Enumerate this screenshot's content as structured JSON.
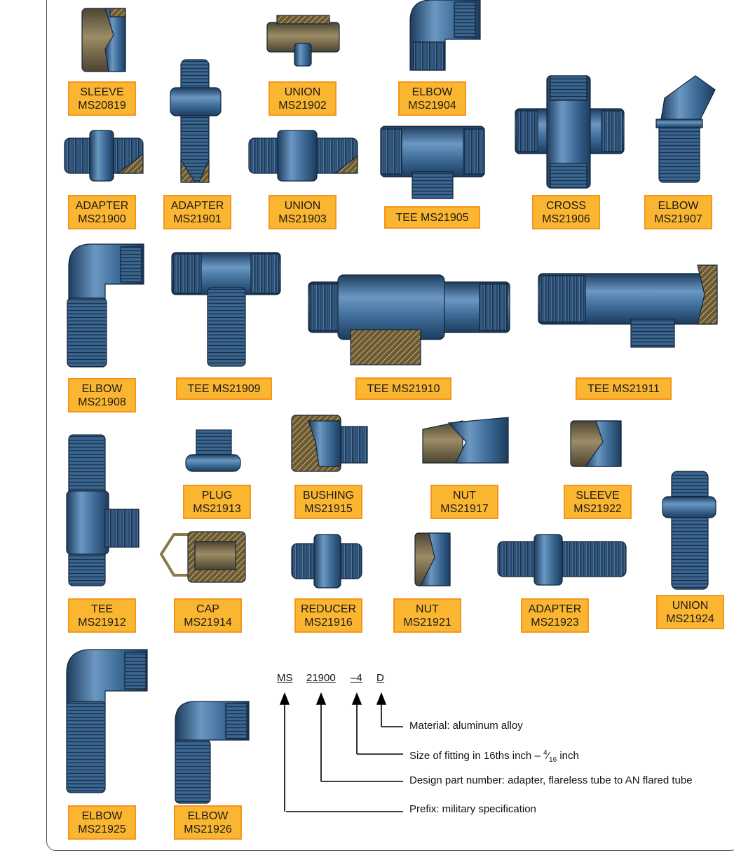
{
  "labels": {
    "sleeve_ms20819": {
      "name": "SLEEVE",
      "part": "MS20819"
    },
    "union_ms21902": {
      "name": "UNION",
      "part": "MS21902"
    },
    "elbow_ms21904": {
      "name": "ELBOW",
      "part": "MS21904"
    },
    "adapter_ms21900": {
      "name": "ADAPTER",
      "part": "MS21900"
    },
    "adapter_ms21901": {
      "name": "ADAPTER",
      "part": "MS21901"
    },
    "union_ms21903": {
      "name": "UNION",
      "part": "MS21903"
    },
    "tee_ms21905": {
      "text": "TEE MS21905"
    },
    "cross_ms21906": {
      "name": "CROSS",
      "part": "MS21906"
    },
    "elbow_ms21907": {
      "name": "ELBOW",
      "part": "MS21907"
    },
    "elbow_ms21908": {
      "name": "ELBOW",
      "part": "MS21908"
    },
    "tee_ms21909": {
      "text": "TEE MS21909"
    },
    "tee_ms21910": {
      "text": "TEE MS21910"
    },
    "tee_ms21911": {
      "text": "TEE MS21911"
    },
    "plug_ms21913": {
      "name": "PLUG",
      "part": "MS21913"
    },
    "bushing_ms21915": {
      "name": "BUSHING",
      "part": "MS21915"
    },
    "nut_ms21917": {
      "name": "NUT",
      "part": "MS21917"
    },
    "sleeve_ms21922": {
      "name": "SLEEVE",
      "part": "MS21922"
    },
    "tee_ms21912": {
      "name": "TEE",
      "part": "MS21912"
    },
    "cap_ms21914": {
      "name": "CAP",
      "part": "MS21914"
    },
    "reducer_ms21916": {
      "name": "REDUCER",
      "part": "MS21916"
    },
    "nut_ms21921": {
      "name": "NUT",
      "part": "MS21921"
    },
    "adapter_ms21923": {
      "name": "ADAPTER",
      "part": "MS21923"
    },
    "union_ms21924": {
      "name": "UNION",
      "part": "MS21924"
    },
    "elbow_ms21925": {
      "name": "ELBOW",
      "part": "MS21925"
    },
    "elbow_ms21926": {
      "name": "ELBOW",
      "part": "MS21926"
    }
  },
  "part_number_key": {
    "codes": {
      "prefix": "MS",
      "design": "21900",
      "size": "–4",
      "material": "D"
    },
    "legend": {
      "material": "Material: aluminum alloy",
      "size_pre": "Size of fitting in 16ths inch – ",
      "size_num": "4",
      "size_den": "16",
      "size_post": " inch",
      "design": "Design part number: adapter, flareless tube to AN flared tube",
      "prefix": "Prefix: military specification"
    }
  },
  "colors": {
    "label_fill": "#fbb631",
    "label_border": "#f7941d",
    "fitting_blue": "#3d6a96",
    "fitting_dark": "#1d3c5e",
    "brass": "#7a6a44"
  }
}
